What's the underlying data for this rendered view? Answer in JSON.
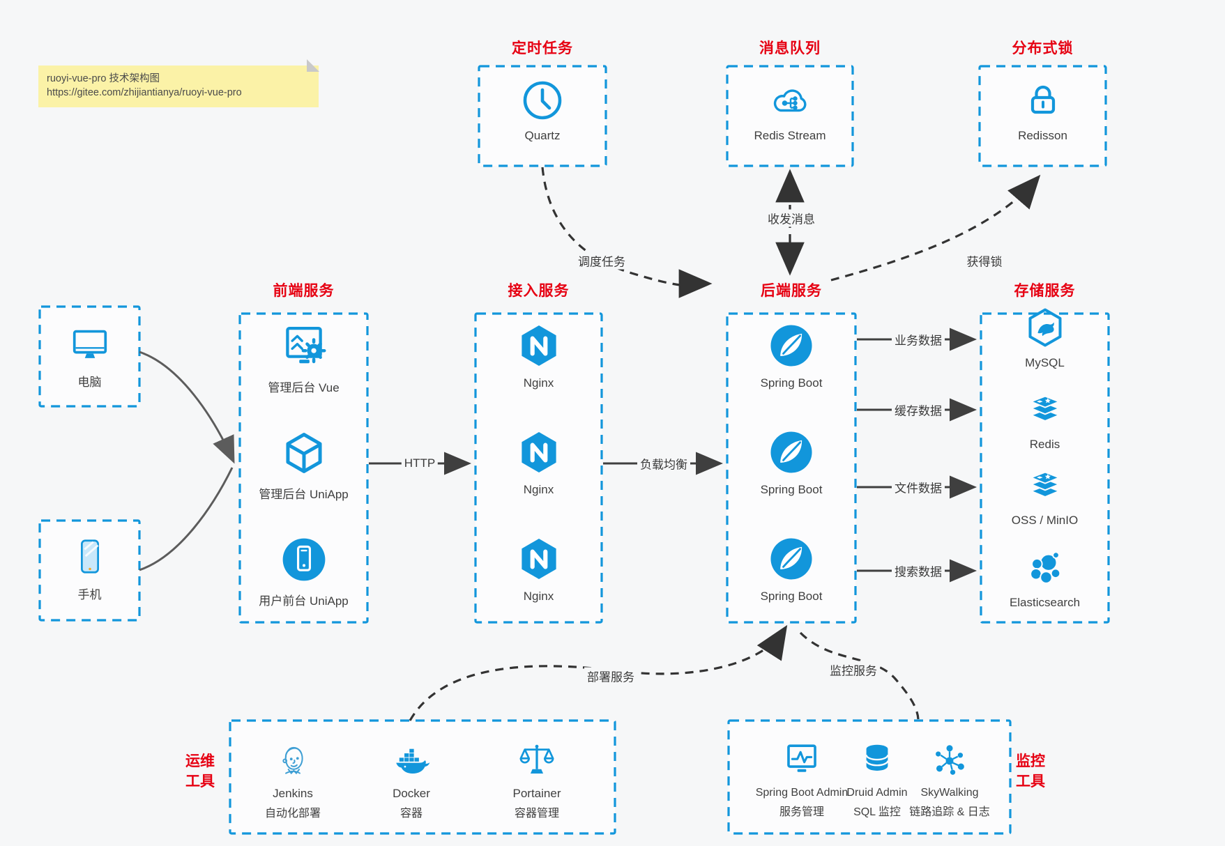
{
  "note": {
    "line1": "ruoyi-vue-pro 技术架构图",
    "line2": "https://gitee.com/zhijiantianya/ruoyi-vue-pro"
  },
  "colors": {
    "accent": "#1296db",
    "group_title_red": "#e60012",
    "arrow_dark": "#3f3f3f",
    "note_bg": "#fbf2a7",
    "background": "#f6f7f8"
  },
  "top_groups": [
    {
      "title": "定时任务",
      "item": {
        "icon": "clock-icon",
        "label": "Quartz"
      }
    },
    {
      "title": "消息队列",
      "item": {
        "icon": "cloud-mq-icon",
        "label": "Redis Stream"
      }
    },
    {
      "title": "分布式锁",
      "item": {
        "icon": "lock-icon",
        "label": "Redisson"
      }
    }
  ],
  "clients": [
    {
      "icon": "desktop-icon",
      "label": "电脑"
    },
    {
      "icon": "phone-icon",
      "label": "手机"
    }
  ],
  "columns": [
    {
      "title": "前端服务",
      "items": [
        {
          "icon": "admin-vue-icon",
          "label": "管理后台 Vue"
        },
        {
          "icon": "uniapp-cube-icon",
          "label": "管理后台 UniApp"
        },
        {
          "icon": "user-app-icon",
          "label": "用户前台 UniApp"
        }
      ]
    },
    {
      "title": "接入服务",
      "items": [
        {
          "icon": "nginx-icon",
          "label": "Nginx"
        },
        {
          "icon": "nginx-icon",
          "label": "Nginx"
        },
        {
          "icon": "nginx-icon",
          "label": "Nginx"
        }
      ]
    },
    {
      "title": "后端服务",
      "items": [
        {
          "icon": "spring-boot-icon",
          "label": "Spring Boot"
        },
        {
          "icon": "spring-boot-icon",
          "label": "Spring Boot"
        },
        {
          "icon": "spring-boot-icon",
          "label": "Spring Boot"
        }
      ]
    },
    {
      "title": "存储服务",
      "items": [
        {
          "icon": "mysql-icon",
          "label": "MySQL"
        },
        {
          "icon": "redis-icon",
          "label": "Redis"
        },
        {
          "icon": "redis-icon",
          "label": "OSS / MinIO"
        },
        {
          "icon": "elasticsearch-icon",
          "label": "Elasticsearch"
        }
      ]
    }
  ],
  "edges": {
    "http": "HTTP",
    "load_balance": "负载均衡",
    "biz_data": "业务数据",
    "cache_data": "缓存数据",
    "file_data": "文件数据",
    "search_data": "搜索数据",
    "schedule": "调度任务",
    "message": "收发消息",
    "lock": "获得锁",
    "deploy": "部署服务",
    "monitor": "监控服务"
  },
  "bottom_groups": [
    {
      "label_lines": [
        "运维",
        "工具"
      ],
      "items": [
        {
          "icon": "jenkins-icon",
          "label1": "Jenkins",
          "label2": "自动化部署"
        },
        {
          "icon": "docker-icon",
          "label1": "Docker",
          "label2": "容器"
        },
        {
          "icon": "portainer-icon",
          "label1": "Portainer",
          "label2": "容器管理"
        }
      ]
    },
    {
      "label_lines": [
        "监控",
        "工具"
      ],
      "items": [
        {
          "icon": "spring-boot-admin-icon",
          "label1": "Spring Boot Admin",
          "label2": "服务管理"
        },
        {
          "icon": "druid-icon",
          "label1": "Druid Admin",
          "label2": "SQL 监控"
        },
        {
          "icon": "skywalking-icon",
          "label1": "SkyWalking",
          "label2": "链路追踪 & 日志"
        }
      ]
    }
  ]
}
